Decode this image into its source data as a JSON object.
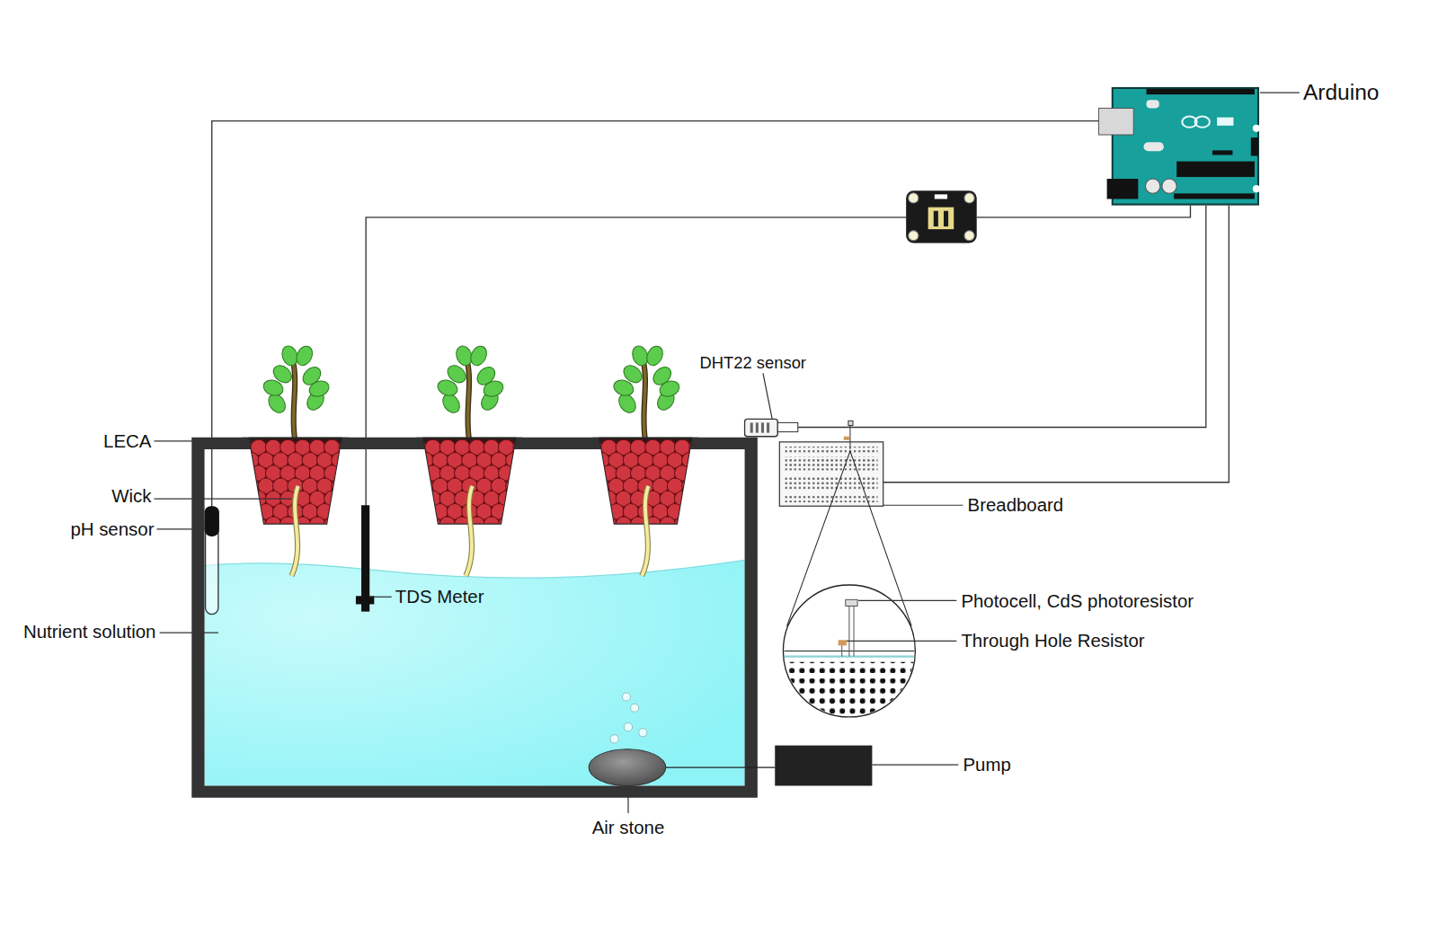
{
  "diagram": {
    "labels": [
      "Arduino",
      "DHT22 sensor",
      "LECA",
      "Wick",
      "pH sensor",
      "Breadboard",
      "Nutrient solution",
      "Photocell, CdS photoresistor",
      "TDS Meter",
      "Through Hole Resistor",
      "Pump",
      "Air stone"
    ]
  }
}
